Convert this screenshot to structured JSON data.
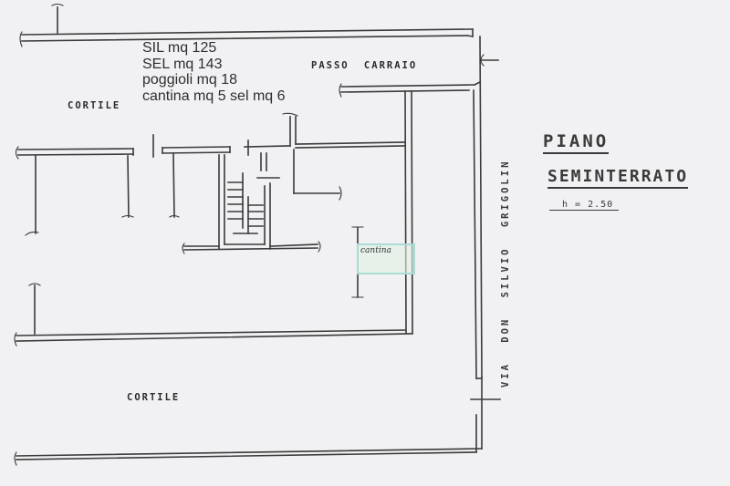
{
  "document": {
    "title_line1": "PIANO",
    "title_line2": "SEMINTERRATO",
    "height_note": "h = 2.50"
  },
  "areas": {
    "sil": "SIL mq 125",
    "sel": "SEL mq 143",
    "poggioli": "poggioli mq 18",
    "cantina": "cantina mq 5 sel mq 6"
  },
  "labels": {
    "cortile_top": "CORTILE",
    "cortile_bottom": "CORTILE",
    "passo_carraio": "PASSO CARRAIO",
    "street": "VIA DON SILVIO GRIGOLIN",
    "cantina_room": "cantina"
  },
  "colors": {
    "background": "#f1f1f3",
    "line": "#3a3a3a",
    "cantina_highlight": "#a9dcd4"
  }
}
